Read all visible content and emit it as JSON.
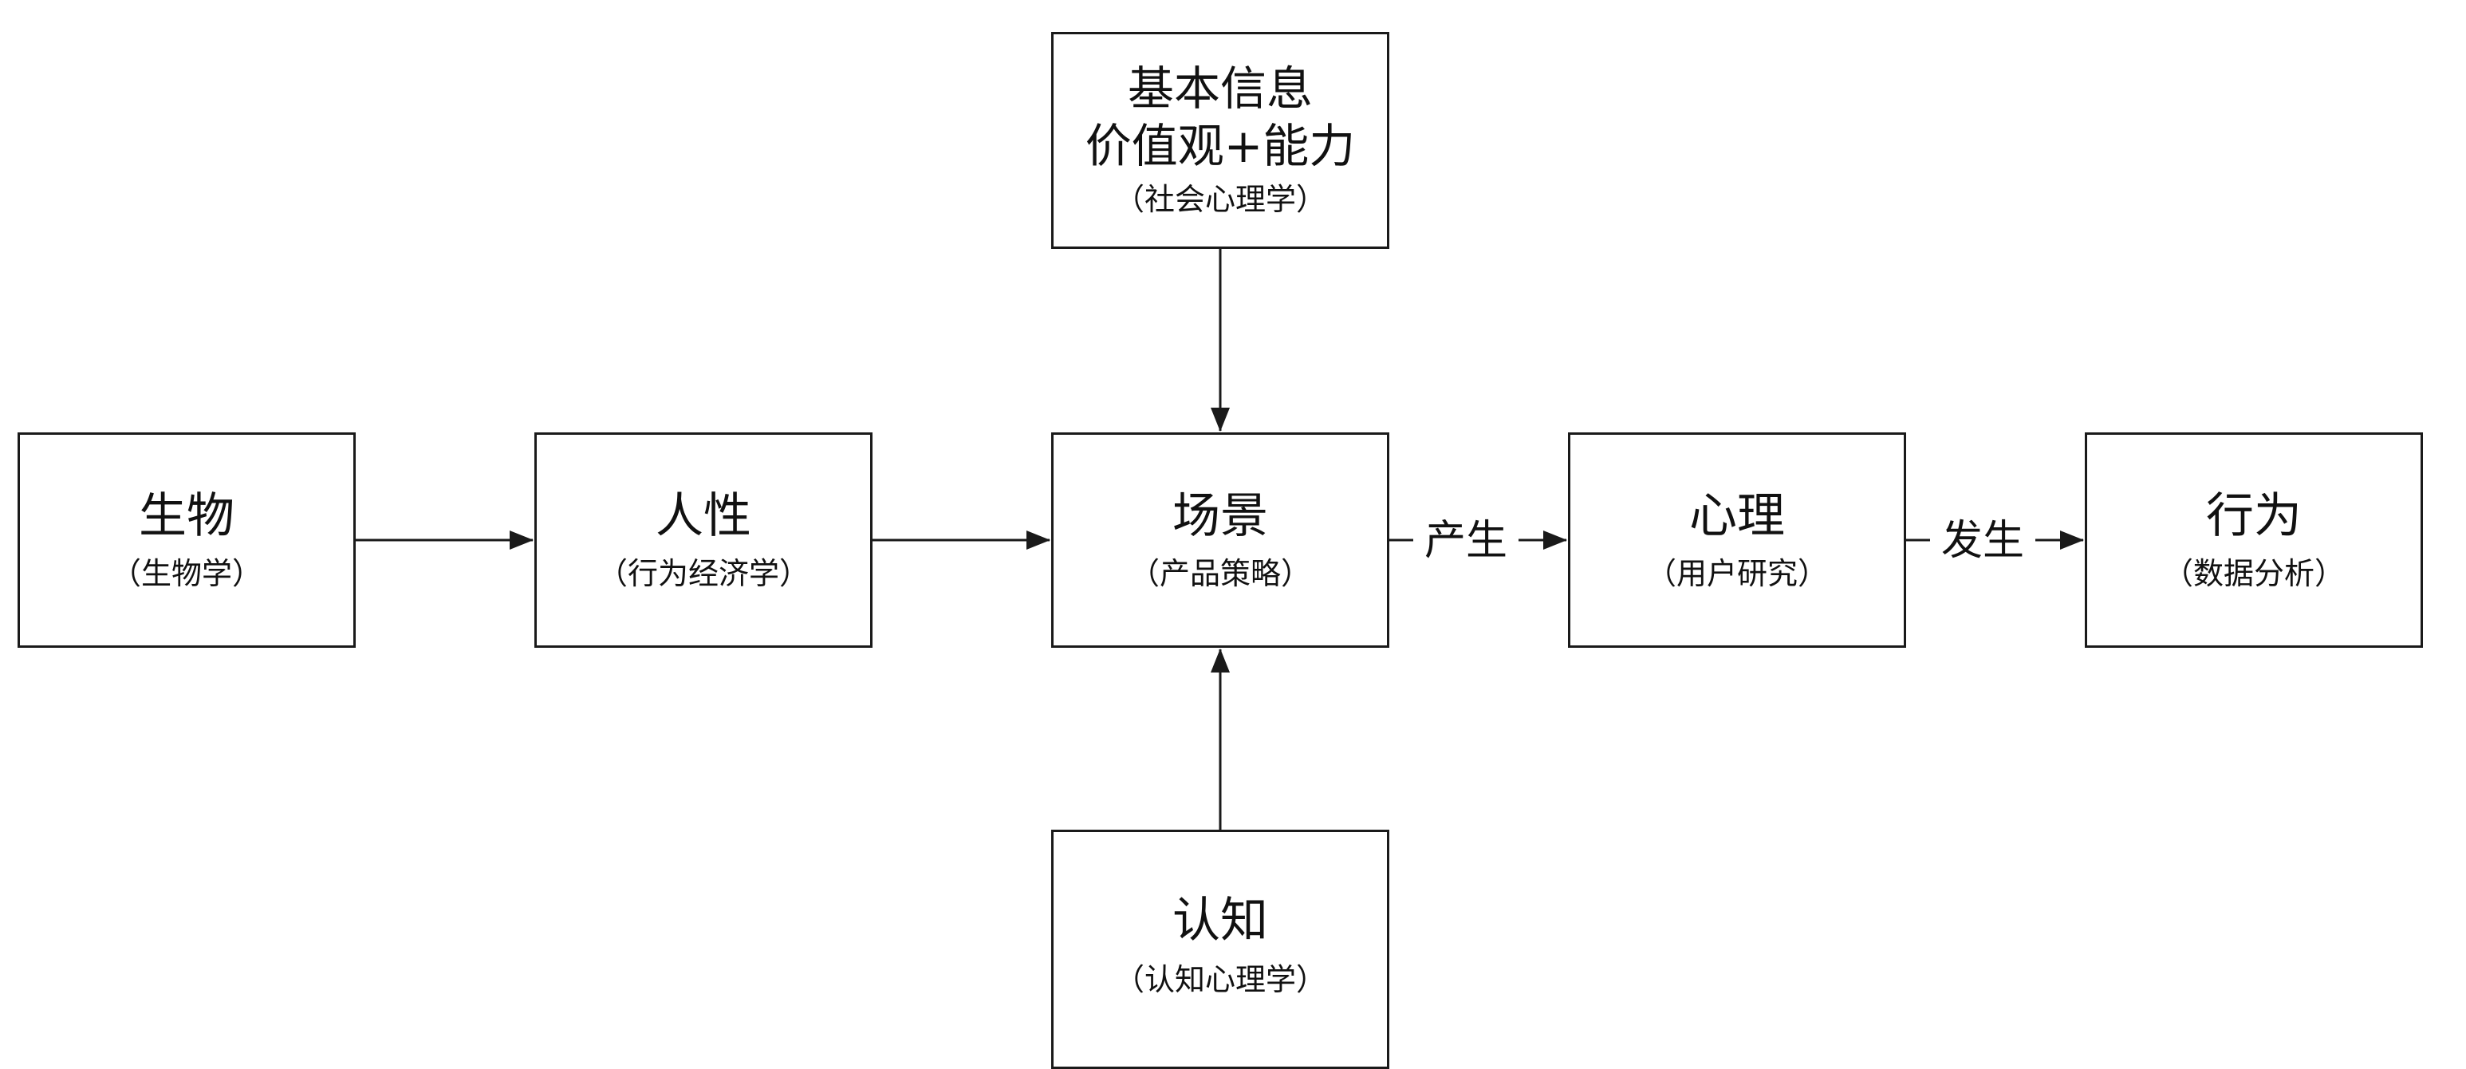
{
  "nodes": {
    "biology": {
      "title": "生物",
      "subtitle": "（生物学）"
    },
    "humanity": {
      "title": "人性",
      "subtitle": "（行为经济学）"
    },
    "scene": {
      "title": "场景",
      "subtitle": "（产品策略）"
    },
    "psychology": {
      "title": "心理",
      "subtitle": "（用户研究）"
    },
    "behavior": {
      "title": "行为",
      "subtitle": "（数据分析）"
    },
    "basic_info": {
      "title_line1": "基本信息",
      "title_line2": "价值观+能力",
      "subtitle": "（社会心理学）"
    },
    "cognition": {
      "title": "认知",
      "subtitle": "（认知心理学）"
    }
  },
  "edges": {
    "scene_to_psychology": "产生",
    "psychology_to_behavior": "发生"
  },
  "colors": {
    "stroke": "#1a1a1a",
    "background": "#ffffff"
  }
}
